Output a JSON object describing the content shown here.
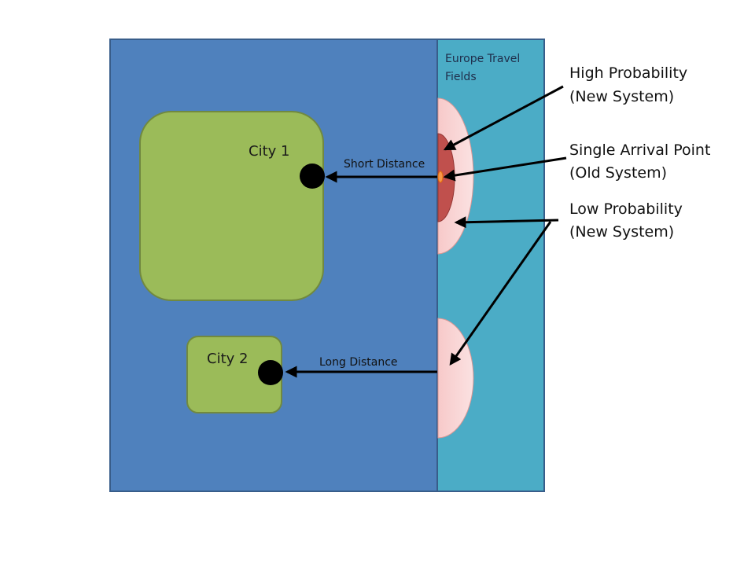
{
  "regions": {
    "mainland_color": "#4f81bd",
    "coast_color": "#4bacc6",
    "border_color": "#385d8a"
  },
  "fields_label": [
    "Europe Travel",
    "Fields"
  ],
  "cities": [
    {
      "name": "City 1",
      "fill": "#9bbb59",
      "border": "#71893f"
    },
    {
      "name": "City 2",
      "fill": "#9bbb59",
      "border": "#71893f"
    }
  ],
  "distances": {
    "short": "Short Distance",
    "long": "Long Distance"
  },
  "zones": {
    "low_color": "#f2b8b8",
    "high_color": "#c0504d",
    "point_color": "#f79646"
  },
  "annotations": {
    "high": [
      "High Probability",
      "(New System)"
    ],
    "single": [
      "Single Arrival Point",
      "(Old System)"
    ],
    "low": [
      "Low Probability",
      "(New System)"
    ]
  }
}
